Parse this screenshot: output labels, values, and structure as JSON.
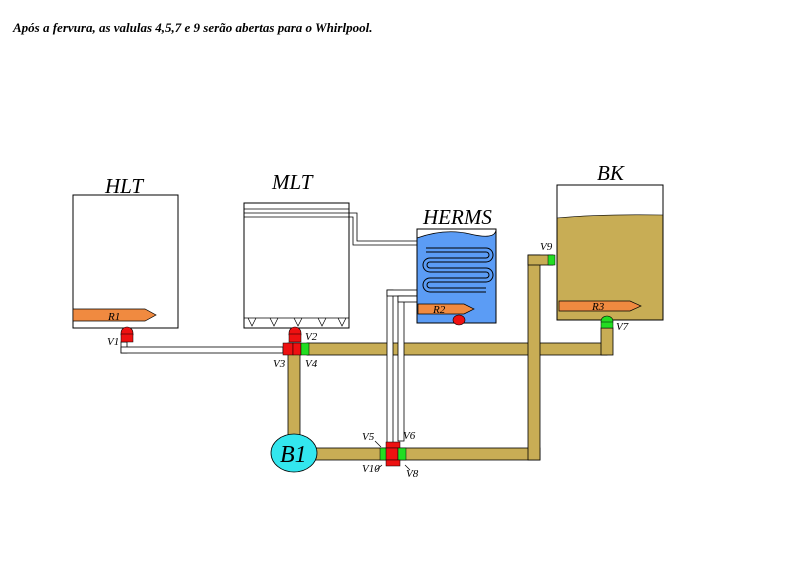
{
  "caption": "Após a fervura, as valulas 4,5,7 e 9 serão abertas para o Whirlpool.",
  "vessels": {
    "hlt": "HLT",
    "mlt": "MLT",
    "herms": "HERMS",
    "bk": "BK"
  },
  "resistors": {
    "r1": "R1",
    "r2": "R2",
    "r3": "R3"
  },
  "pump": "B1",
  "valves": {
    "v1": "V1",
    "v2": "V2",
    "v3": "V3",
    "v4": "V4",
    "v5": "V5",
    "v6": "V6",
    "v7": "V7",
    "v8": "V8",
    "v9": "V9",
    "v10": "V10"
  },
  "colors": {
    "wort": "#c8ad55",
    "valve_open": "#22dd22",
    "valve_closed": "#ee1111",
    "heater": "#f08a40",
    "herms_water": "#5b9cf5",
    "pump": "#33e6ee"
  },
  "valve_states": {
    "v1": "closed",
    "v2": "closed",
    "v3": "closed",
    "v4": "open",
    "v5": "open",
    "v6": "closed",
    "v7": "open",
    "v8": "open",
    "v9": "open",
    "v10": "closed"
  }
}
